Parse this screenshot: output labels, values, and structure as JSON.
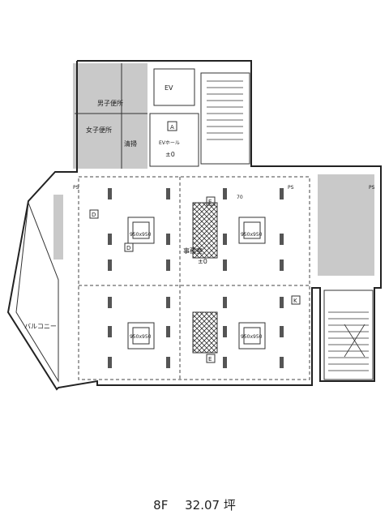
{
  "rooms": {
    "ev": "EV",
    "mens_toilet": "男子便所",
    "womens_toilet": "女子便所",
    "cleaning": "清掃",
    "ev_hall_label": "EVホール",
    "ev_hall_level": "±0",
    "ev_hall_marker": "A",
    "office": "事務室",
    "office_level": "±0",
    "balcony": "バルコニー"
  },
  "markers": {
    "d1": "D",
    "d2": "D",
    "e1": "E",
    "e2": "E",
    "k": "K",
    "ps1": "PS",
    "ps2": "PS",
    "ps3": "PS",
    "dim70": "70"
  },
  "column_size": "950x950",
  "caption": {
    "floor": "8F",
    "area": "32.07 坪"
  }
}
